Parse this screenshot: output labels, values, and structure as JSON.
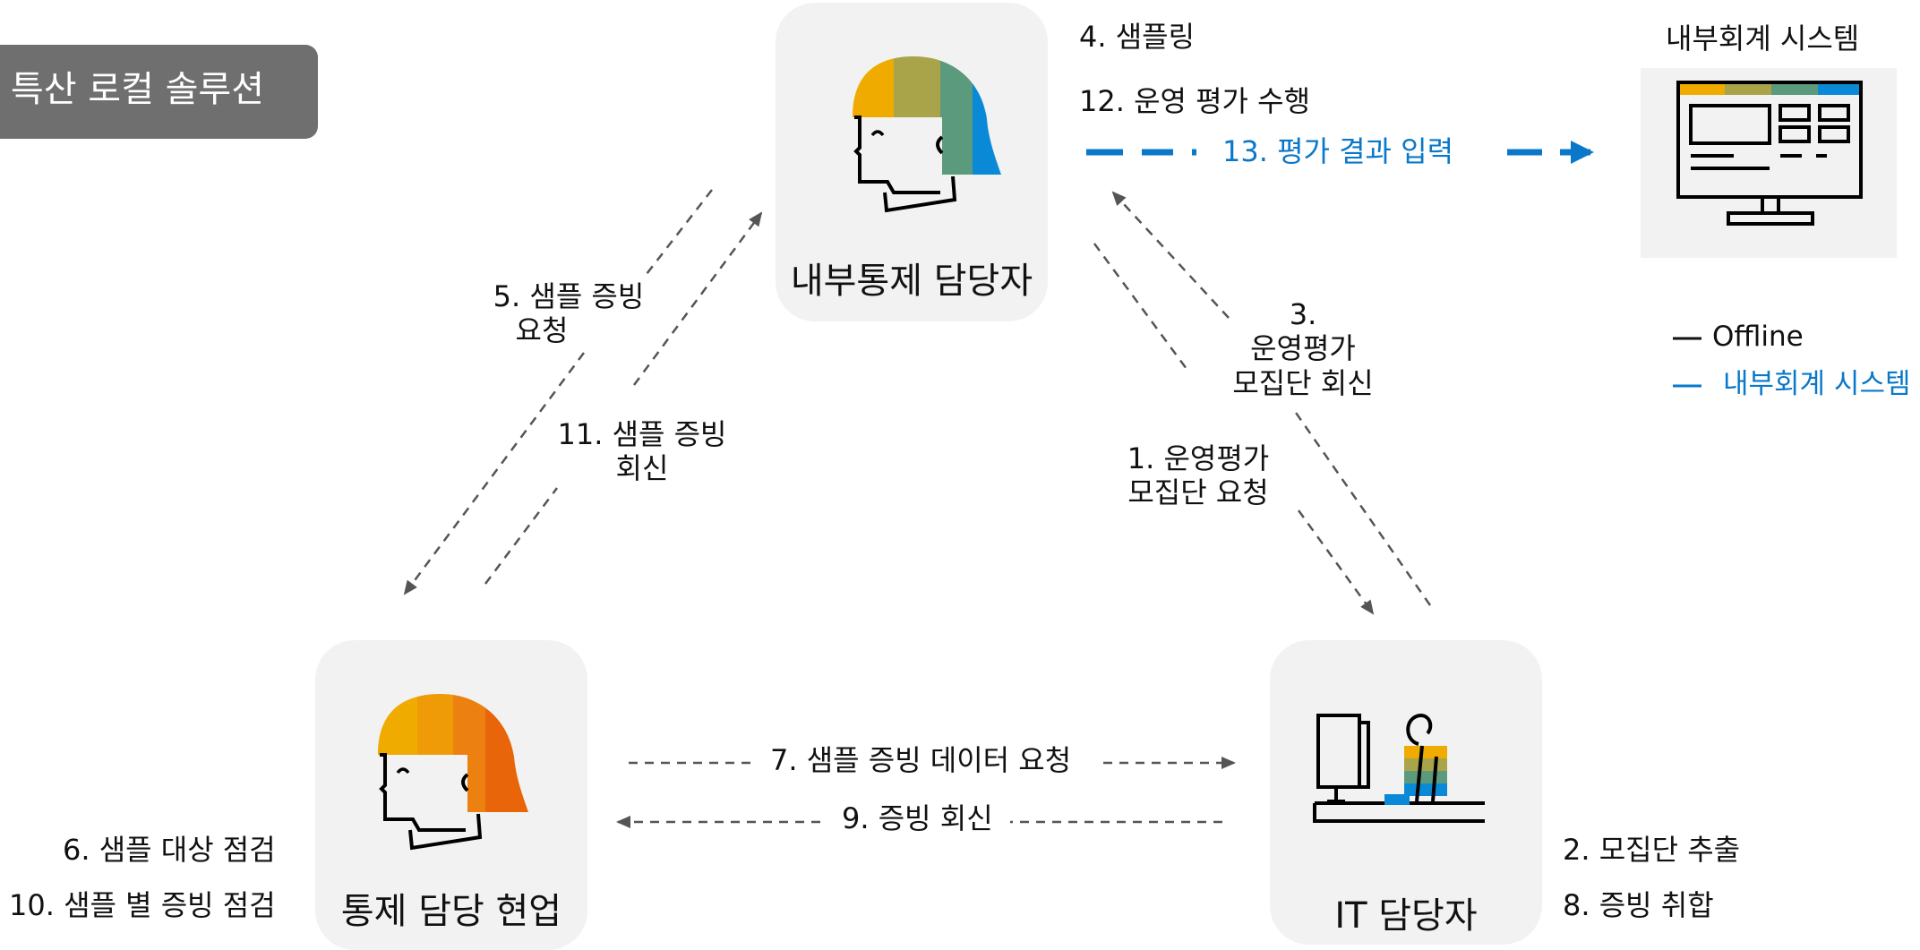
{
  "title_tag": "특산 로컬 솔루션",
  "roles": {
    "internal_control": "내부통제 담당자",
    "field": "통제 담당 현업",
    "it": "IT 담당자"
  },
  "system": {
    "title": "내부회계 시스템"
  },
  "steps": {
    "s1_line1": "1. 운영평가",
    "s1_line2": "모집단 요청",
    "s2": "2. 모집단 추출",
    "s3_line1": "3.",
    "s3_line2": "운영평가",
    "s3_line3": "모집단 회신",
    "s4": "4. 샘플링",
    "s5_line1": "5. 샘플 증빙",
    "s5_line2": "요청",
    "s6": "6. 샘플 대상 점검",
    "s7": "7. 샘플 증빙 데이터 요청",
    "s8": "8. 증빙 취합",
    "s9": "9. 증빙 회신",
    "s10": "10. 샘플 별 증빙 점검",
    "s11_line1": "11. 샘플 증빙",
    "s11_line2": "회신",
    "s12": "12. 운영 평가 수행",
    "s13": "13. 평가 결과 입력"
  },
  "legend": {
    "offline": "Offline",
    "system": "내부회계 시스템"
  },
  "colors": {
    "blue": "#0a78c8",
    "dashed_gray": "#555555",
    "card_bg": "#f2f2f2",
    "title_tag_bg": "#6f6f6f",
    "palette": [
      "#f0ab00",
      "#a9a449",
      "#5b9a7c",
      "#0a8ad6",
      "#e8650a"
    ]
  },
  "icons": {
    "internal_control": "person-head-icon",
    "field": "person-head-icon",
    "it": "desk-computer-user-icon",
    "system": "monitor-icon"
  }
}
